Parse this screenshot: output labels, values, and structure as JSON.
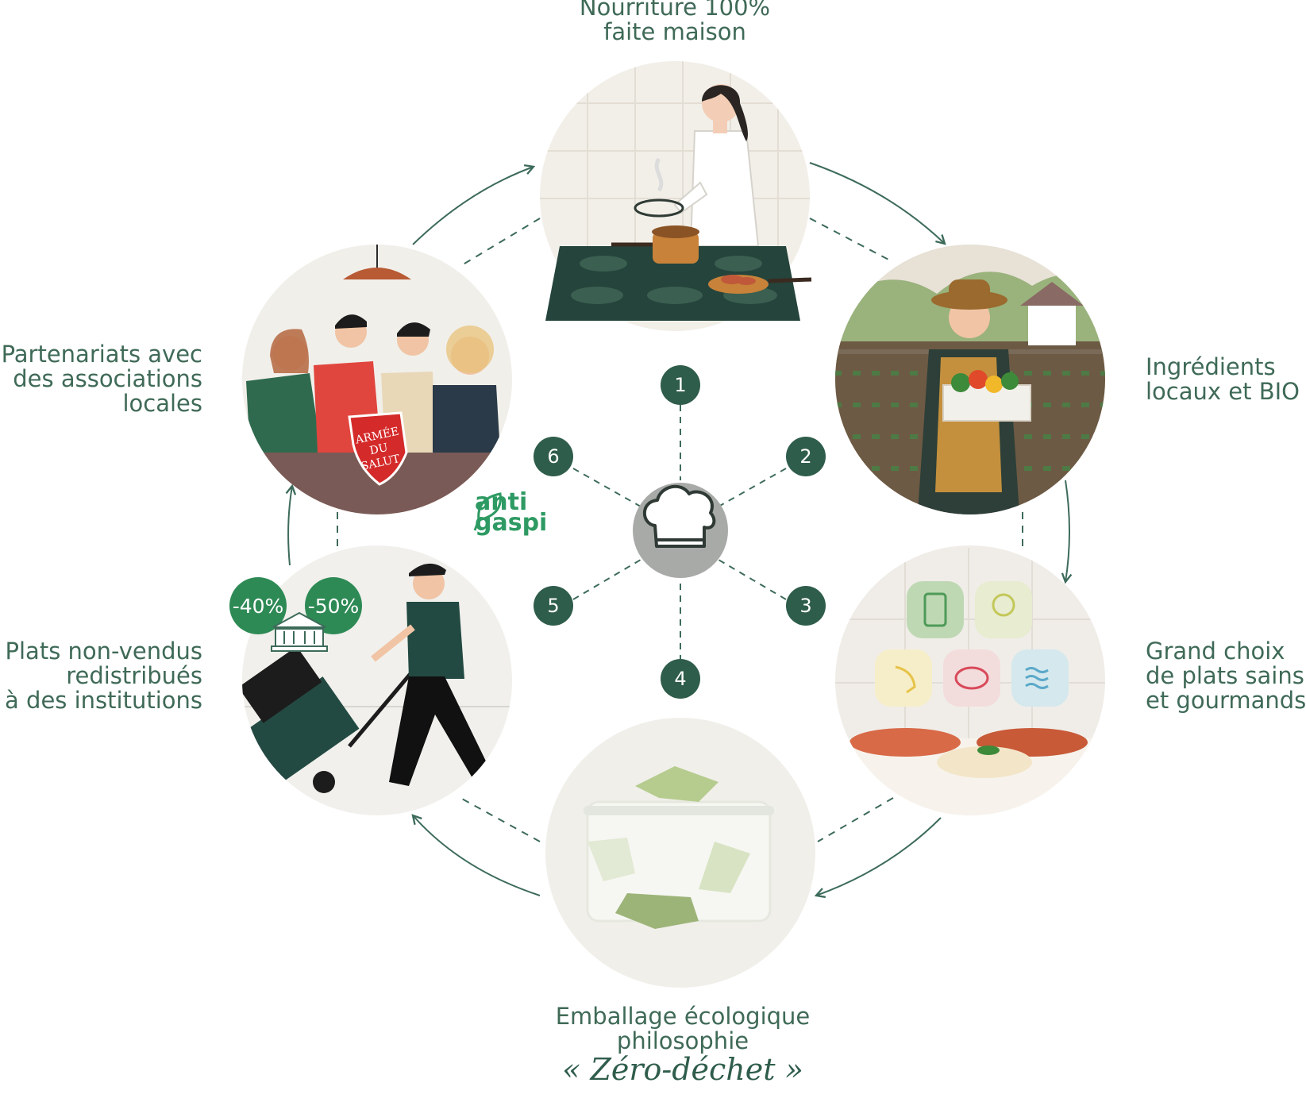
{
  "steps": [
    {
      "number": "1",
      "lines": [
        "Nourriture 100%",
        "faite maison"
      ]
    },
    {
      "number": "2",
      "lines": [
        "Ingrédients",
        "locaux et BIO"
      ]
    },
    {
      "number": "3",
      "lines": [
        "Grand choix",
        "de plats sains",
        "et gourmands"
      ]
    },
    {
      "number": "4",
      "lines": [
        "Emballage écologique",
        "philosophie"
      ],
      "script": "« Zéro-déchet »"
    },
    {
      "number": "5",
      "lines": [
        "Plats non-vendus",
        "redistribués",
        "à des institutions"
      ]
    },
    {
      "number": "6",
      "lines": [
        "Partenariats avec",
        "des associations",
        "locales"
      ]
    }
  ],
  "antigaspi": {
    "line1": "anti",
    "line2": "gaspi"
  },
  "discounts": [
    "-40%",
    "-50%"
  ],
  "shield_text": [
    "ARMÉE",
    "DU",
    "SALUT"
  ],
  "center_icon": "chef-hat-icon",
  "colors": {
    "text": "#3f6a57",
    "number_bubble": "#2f5d4b",
    "arrow": "#3d6b5a",
    "center": "#a8aaa8",
    "circle_bg": "#f2f0ec",
    "antigaspi": "#2e9a63",
    "badge": "#2e8a55"
  }
}
